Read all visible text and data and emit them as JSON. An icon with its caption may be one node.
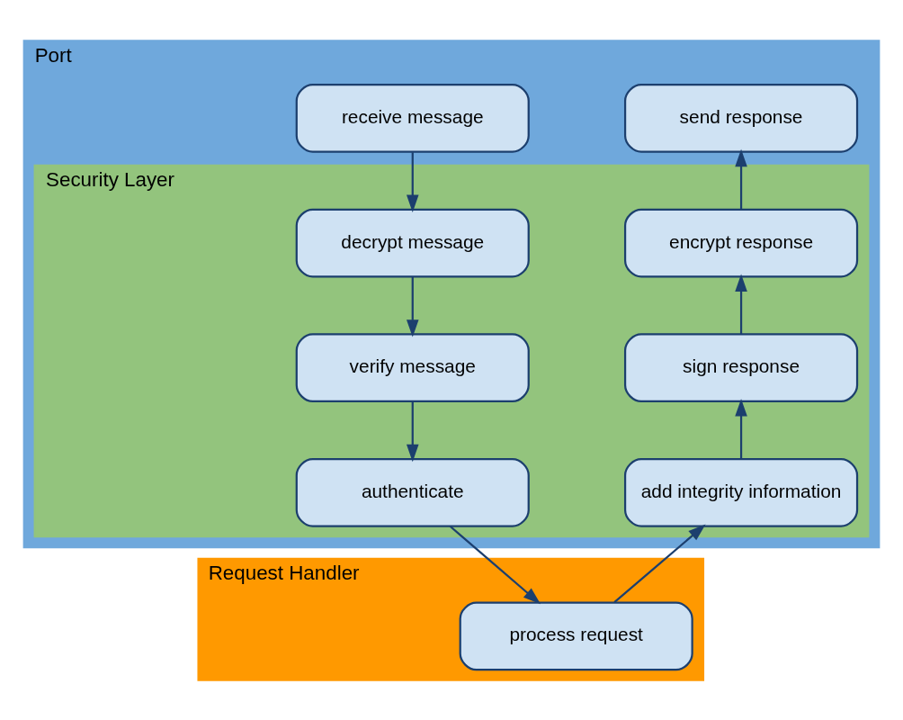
{
  "diagram": {
    "nodes": [
      {
        "text": [
          "Port"
        ]
      },
      {
        "text": [
          "receive message"
        ],
        "in": 0
      },
      {
        "text": [
          "send response"
        ],
        "in": 0
      },
      {
        "text": [
          "Security Layer"
        ],
        "in": 0
      },
      {
        "text": [
          "decrypt message"
        ],
        "in": 3
      },
      {
        "text": [
          "encrypt response"
        ],
        "in": 3
      },
      {
        "text": [
          "verify message"
        ],
        "in": 3
      },
      {
        "text": [
          "sign response"
        ],
        "in": 3
      },
      {
        "text": [
          "authenticate"
        ],
        "in": 3
      },
      {
        "text": [
          "add integrity information"
        ],
        "in": 3
      },
      {
        "text": [
          "Request Handler"
        ]
      },
      {
        "text": [
          "process request"
        ],
        "in": 10
      }
    ],
    "edges": [
      {
        "from": 1,
        "to": 4,
        "arrow": "to"
      },
      {
        "from": 4,
        "to": 6,
        "arrow": "to"
      },
      {
        "from": 6,
        "to": 8,
        "arrow": "to"
      },
      {
        "from": 8,
        "to": 11,
        "arrow": "to"
      },
      {
        "from": 11,
        "to": 9,
        "arrow": "to"
      },
      {
        "from": 9,
        "to": 7,
        "arrow": "to"
      },
      {
        "from": 7,
        "to": 5,
        "arrow": "to"
      },
      {
        "from": 5,
        "to": 2,
        "arrow": "to"
      }
    ]
  }
}
